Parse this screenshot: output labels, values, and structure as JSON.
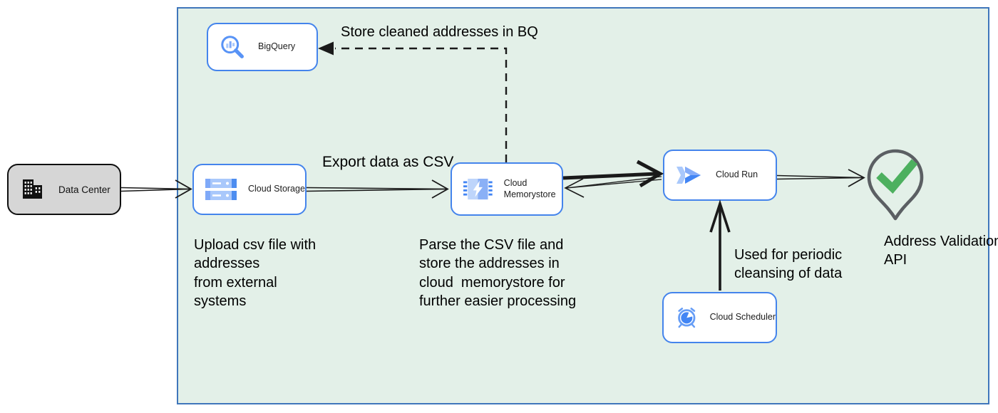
{
  "nodes": {
    "data_center": {
      "label": "Data Center",
      "icon": "building-icon"
    },
    "bigquery": {
      "label": "BigQuery",
      "icon": "bigquery-magnifier-icon"
    },
    "cloud_storage": {
      "label": "Cloud Storage",
      "icon": "storage-buckets-icon"
    },
    "cloud_memorystore": {
      "label": "Cloud Memorystore",
      "icon": "memory-chip-bolt-icon"
    },
    "cloud_run": {
      "label": "Cloud Run",
      "icon": "cloud-run-chevron-icon"
    },
    "cloud_scheduler": {
      "label": "Cloud Scheduler",
      "icon": "alarm-clock-icon"
    },
    "address_validation_api": {
      "label": "Address Validation API",
      "icon": "map-pin-check-icon"
    }
  },
  "annotations": {
    "store_cleaned": "Store cleaned addresses in BQ",
    "export_csv": "Export data as CSV",
    "upload_block": "Upload csv file with\naddresses\nfrom external\nsystems",
    "parse_block": "Parse the CSV file and\nstore the addresses in\ncloud  memorystore for\nfurther easier processing",
    "periodic_block": "Used for periodic\ncleansing of data"
  },
  "edges": [
    {
      "from": "data_center",
      "to": "cloud_storage",
      "style": "double-line-open-arrow"
    },
    {
      "from": "cloud_storage",
      "to": "cloud_memorystore",
      "label": "Export data as CSV",
      "style": "double-line-open-arrow"
    },
    {
      "from": "cloud_memorystore",
      "to": "cloud_run",
      "style": "thick-open-arrow"
    },
    {
      "from": "cloud_run",
      "to": "cloud_memorystore",
      "style": "thin-open-arrow"
    },
    {
      "from": "cloud_run",
      "to": "address_validation_api",
      "style": "double-line-open-arrow"
    },
    {
      "from": "cloud_scheduler",
      "to": "cloud_run",
      "label": "Used for periodic cleansing of data",
      "style": "thick-open-arrow"
    },
    {
      "from": "cloud_memorystore",
      "to": "bigquery",
      "label": "Store cleaned addresses in BQ",
      "style": "dashed-filled-arrow"
    }
  ],
  "colors": {
    "boundary_fill": "#E3F0E8",
    "boundary_border": "#3F76BB",
    "node_border": "#4484EC",
    "datacenter_fill": "#D6D6D6",
    "icon_blue": "#4285F4",
    "icon_blue_light": "#A9C8FB",
    "pin_gray": "#5B5F63",
    "check_green": "#4DB05F",
    "arrow_black": "#1A1A1A"
  }
}
